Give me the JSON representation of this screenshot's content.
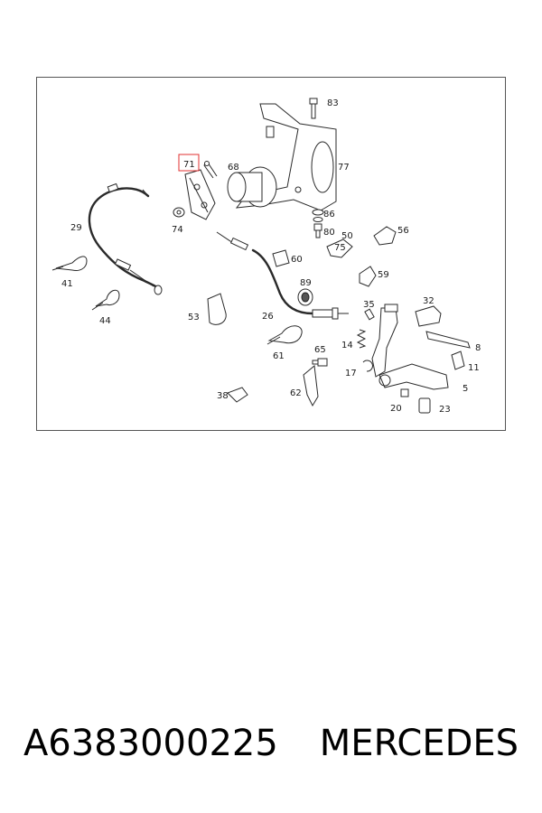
{
  "diagram": {
    "highlight_color": "#e03030",
    "highlighted_label": "71",
    "labels": [
      "83",
      "77",
      "71",
      "68",
      "29",
      "74",
      "86",
      "80",
      "56",
      "75",
      "50",
      "60",
      "59",
      "41",
      "89",
      "32",
      "35",
      "44",
      "53",
      "26",
      "14",
      "8",
      "65",
      "61",
      "11",
      "17",
      "5",
      "38",
      "62",
      "20",
      "23"
    ]
  },
  "caption": {
    "part_number": "A6383000225",
    "brand": "MERCEDES"
  }
}
